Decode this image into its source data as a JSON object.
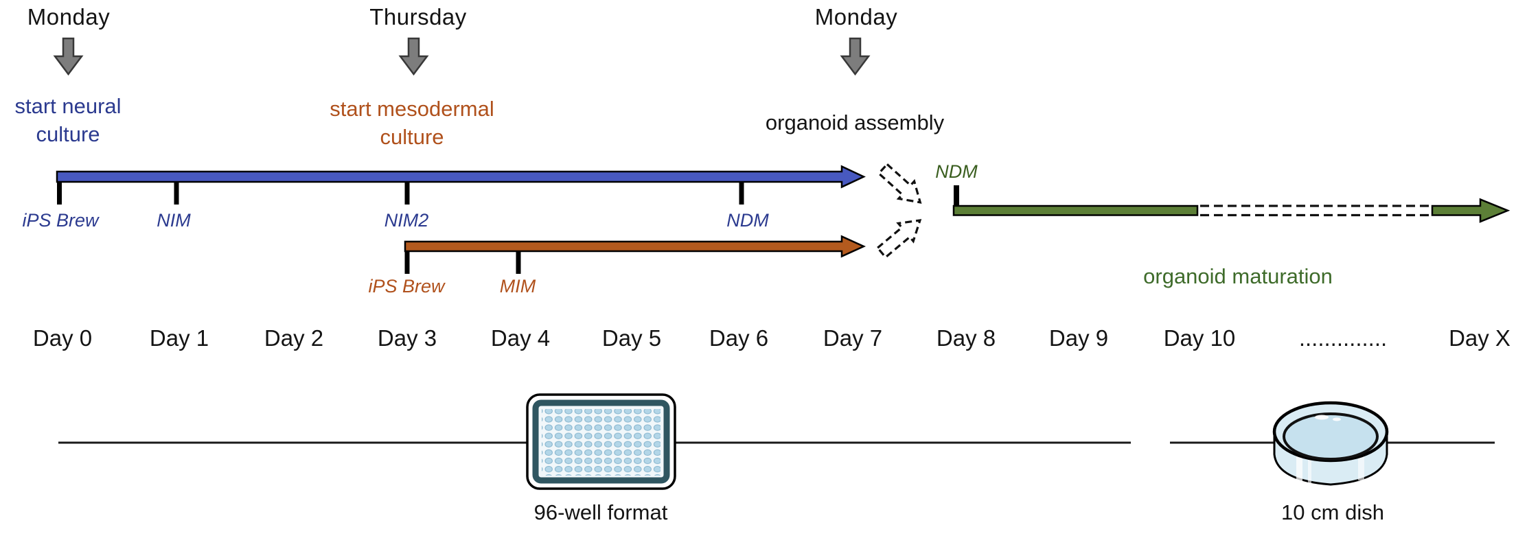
{
  "palette": {
    "neural_blue": "#4859c0",
    "neural_text": "#2b3a8f",
    "mesoderm_orange": "#b35a1e",
    "mesoderm_text": "#b0511c",
    "maturation_green": "#5c7f37",
    "maturation_ndm_text": "#3a5e1f",
    "maturation_label_text": "#3e6b2a",
    "weekday_arrow_gray": "#7d7d7d",
    "tick_black": "#000000",
    "line_black": "#1a1a1a",
    "plate_band_teal": "#2f5661",
    "plate_well_blue": "#b3d6e8",
    "dish_blue": "#daecf4",
    "dish_medium_blue": "#c6e1ee"
  },
  "markers": [
    {
      "weekday": "Monday",
      "title_line1": "start neural",
      "title_line2": "culture"
    },
    {
      "weekday": "Thursday",
      "title_line1": "start mesodermal",
      "title_line2": "culture"
    },
    {
      "weekday": "Monday",
      "title_line1": "organoid assembly"
    }
  ],
  "neural_track": {
    "media": [
      "iPS Brew",
      "NIM",
      "NIM2",
      "NDM"
    ]
  },
  "mesoderm_track": {
    "media": [
      "iPS Brew",
      "MIM"
    ]
  },
  "maturation_track": {
    "media": [
      "NDM"
    ],
    "label": "organoid maturation"
  },
  "timeline": {
    "days": [
      "Day 0",
      "Day 1",
      "Day 2",
      "Day 3",
      "Day 4",
      "Day 5",
      "Day 6",
      "Day 7",
      "Day 8",
      "Day 9",
      "Day 10",
      "..............",
      "Day X"
    ]
  },
  "vessels": [
    "96-well format",
    "10 cm dish"
  ]
}
